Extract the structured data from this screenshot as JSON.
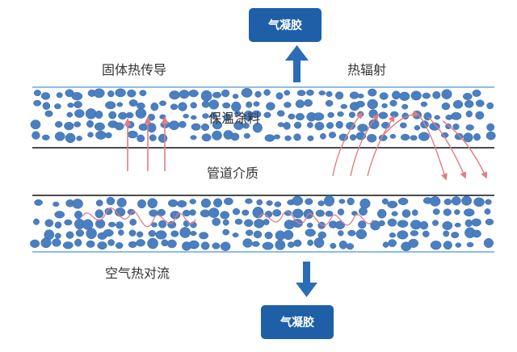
{
  "boxes": {
    "top": "气凝胶",
    "bottom": "气凝胶"
  },
  "labels": {
    "solid_conduction": "固体热传导",
    "radiation": "热辐射",
    "coating": "保温涂料",
    "pipe_medium": "管道介质",
    "air_convection": "空气热对流"
  },
  "colors": {
    "box_fill": "#1f5fa8",
    "arrow": "#2b6cb6",
    "particle": "#4a7fc1",
    "particle_stroke": "#3a6aa8",
    "heat_line": "#e07d84",
    "boundary_line": "#8fbde3",
    "pipe_line": "#111111"
  },
  "icons": {
    "up_arrow": "arrow-up-icon",
    "down_arrow": "arrow-down-icon"
  }
}
